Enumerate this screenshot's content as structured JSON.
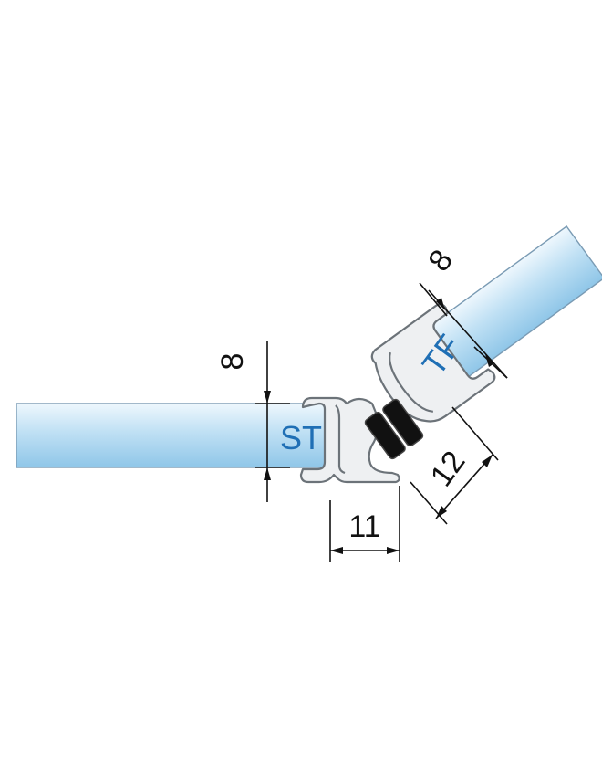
{
  "colors": {
    "glass_light": "#f3f9fd",
    "glass_mid": "#bfe0f4",
    "glass_dark": "#8fc6e8",
    "seal_fill": "#eef0f2",
    "seal_stroke": "#6c7379",
    "magnet": "#111111",
    "label_blue": "#1f6fb5",
    "dimension_line": "#111111"
  },
  "glass_labels": {
    "straight": "ST",
    "angled": "TF"
  },
  "dimensions": {
    "thickness_straight": "8",
    "thickness_angled": "8",
    "profile_width": "11",
    "profile_depth": "12"
  }
}
